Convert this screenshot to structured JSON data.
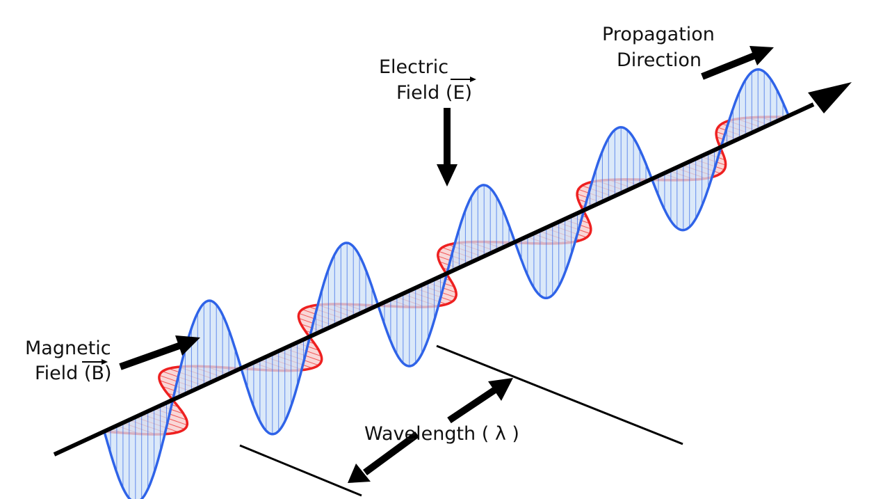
{
  "labels": {
    "magnetic_line1": "Magnetic",
    "magnetic_line2_prefix": "Field (",
    "magnetic_symbol": "B",
    "magnetic_line2_suffix": ")",
    "electric_line1": "Electric",
    "electric_line2_prefix": "Field (",
    "electric_symbol": "E",
    "electric_line2_suffix": ")",
    "propagation_line1": "Propagation",
    "propagation_line2": "Direction",
    "wavelength": "Wavelength ( λ )"
  },
  "colors": {
    "electric_wave": "#2f63e8",
    "electric_fill": "#cfe2f7",
    "magnetic_wave": "#ee2020",
    "magnetic_fill": "#f7c9c9",
    "axis": "#000000",
    "arrows": "#000000"
  },
  "wave": {
    "cycles": 5
  }
}
